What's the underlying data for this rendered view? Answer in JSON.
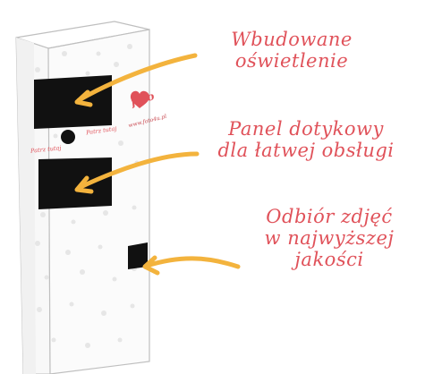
{
  "labels": {
    "lighting": [
      "Wbudowane",
      "oświetlenie"
    ],
    "panel": [
      "Panel dotykowy",
      "dla łatwej obsługi"
    ],
    "photos": [
      "Odbiór zdjęć",
      "w najwyższej",
      "jakości"
    ]
  },
  "booth": {
    "look_here": "Patrz tutaj",
    "brand_web": "www.foto4u.pl",
    "brand_logo": "foto"
  },
  "colors": {
    "accent_text": "#e0525a",
    "arrow": "#f3b33d",
    "screen": "#111111",
    "booth_outline": "#bfbfbf",
    "booth_front": "#fbfbfb",
    "booth_side": "#f1f1f1"
  },
  "icons": [
    "arrow-icon",
    "camera-lens-icon",
    "heart-logo-icon",
    "pattern-doodle-icon"
  ]
}
